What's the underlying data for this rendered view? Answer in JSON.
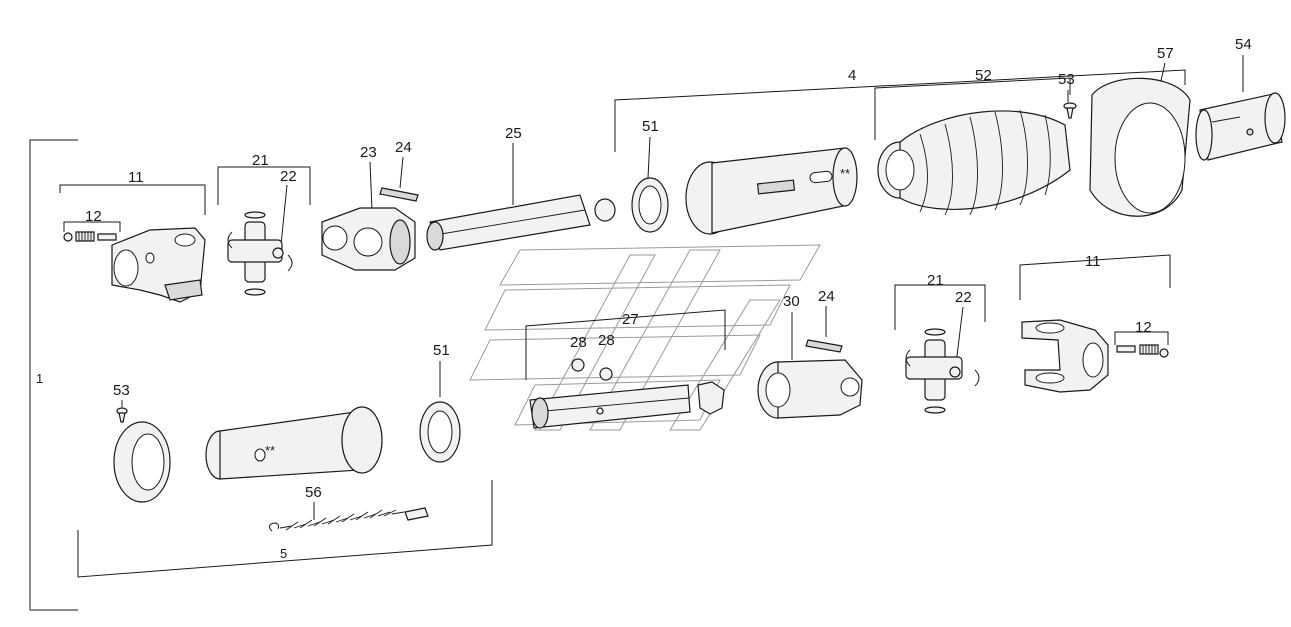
{
  "labels": {
    "top_11": "11",
    "top_12": "12",
    "top_21": "21",
    "top_22": "22",
    "top_23": "23",
    "top_24": "24",
    "top_25": "25",
    "top_51": "51",
    "top_4": "4",
    "top_52": "52",
    "top_53": "53",
    "top_57": "57",
    "top_54": "54",
    "star_top": "**",
    "mid_27": "27",
    "mid_28a": "28",
    "mid_28b": "28",
    "mid_30": "30",
    "mid_24": "24",
    "right_21": "21",
    "right_22": "22",
    "right_11": "11",
    "right_12": "12",
    "left_1": "1",
    "bot_53": "53",
    "bot_51": "51",
    "bot_56": "56",
    "bot_5": "5",
    "star_bot": "**"
  }
}
